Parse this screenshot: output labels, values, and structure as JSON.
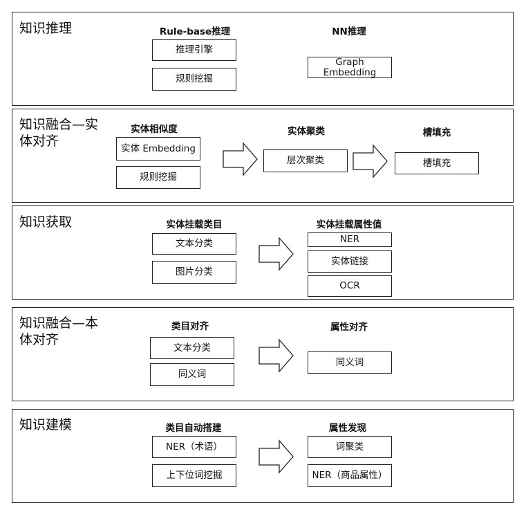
{
  "panels": [
    {
      "title": "知识推理",
      "groups": [
        {
          "heading": "Rule-base推理",
          "items": [
            "推理引擎",
            "规则挖掘"
          ]
        },
        {
          "heading": "NN推理",
          "items": [
            "Graph Embedding"
          ]
        }
      ]
    },
    {
      "title": "知识融合—实体对齐",
      "groups": [
        {
          "heading": "实体相似度",
          "items": [
            "实体 Embedding",
            "规则挖掘"
          ]
        },
        {
          "heading": "实体聚类",
          "items": [
            "层次聚类"
          ]
        },
        {
          "heading": "槽填充",
          "items": [
            "槽填充"
          ]
        }
      ]
    },
    {
      "title": "知识获取",
      "groups": [
        {
          "heading": "实体挂载类目",
          "items": [
            "文本分类",
            "图片分类"
          ]
        },
        {
          "heading": "实体挂载属性值",
          "items": [
            "NER",
            "实体链接",
            "OCR"
          ]
        }
      ]
    },
    {
      "title": "知识融合—本体对齐",
      "groups": [
        {
          "heading": "类目对齐",
          "items": [
            "文本分类",
            "同义词"
          ]
        },
        {
          "heading": "属性对齐",
          "items": [
            "同义词"
          ]
        }
      ]
    },
    {
      "title": "知识建模",
      "groups": [
        {
          "heading": "类目自动搭建",
          "items": [
            "NER（术语）",
            "上下位词挖掘"
          ]
        },
        {
          "heading": "属性发现",
          "items": [
            "词聚类",
            "NER（商品属性）"
          ]
        }
      ]
    }
  ]
}
